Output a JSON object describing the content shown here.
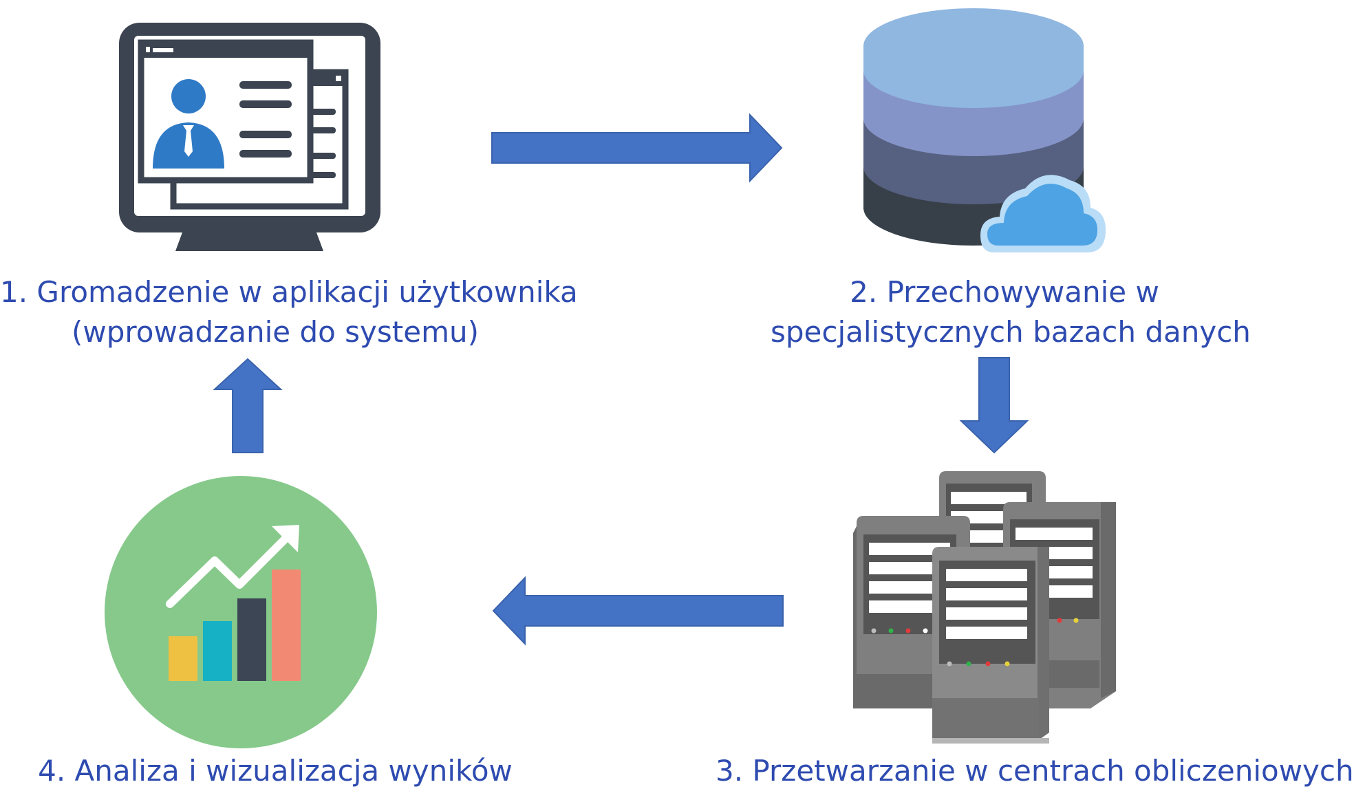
{
  "diagram": {
    "steps": [
      {
        "id": 1,
        "lines": [
          "1. Gromadzenie w aplikacji użytkownika",
          "(wprowadzanie do systemu)"
        ],
        "icon": "computer-monitor-user-profile-icon"
      },
      {
        "id": 2,
        "lines": [
          "2. Przechowywanie w",
          "specjalistycznych bazach danych"
        ],
        "icon": "database-cloud-icon"
      },
      {
        "id": 3,
        "lines": [
          "3. Przetwarzanie w centrach obliczeniowych"
        ],
        "icon": "server-racks-icon"
      },
      {
        "id": 4,
        "lines": [
          "4. Analiza i wizualizacja wyników"
        ],
        "icon": "growth-chart-icon"
      }
    ],
    "flow": [
      "1 → 2",
      "2 → 3",
      "3 → 4",
      "4 → 1"
    ]
  },
  "colors": {
    "arrow": "#4472c4",
    "label_text": "#2e4bb0",
    "monitor": "#3b4450",
    "user_blue": "#2f7ac6",
    "db_top": "#8fb7e0",
    "db_mid1": "#8594c8",
    "db_mid2": "#566080",
    "db_bottom": "#374048",
    "cloud": "#4da3e3",
    "server_gray": "#8a8a8a",
    "chart_circle": "#86c98b",
    "bar_yellow": "#efc142",
    "bar_teal": "#17b1c5",
    "bar_dark": "#3c4654",
    "bar_salmon": "#f28a73"
  }
}
